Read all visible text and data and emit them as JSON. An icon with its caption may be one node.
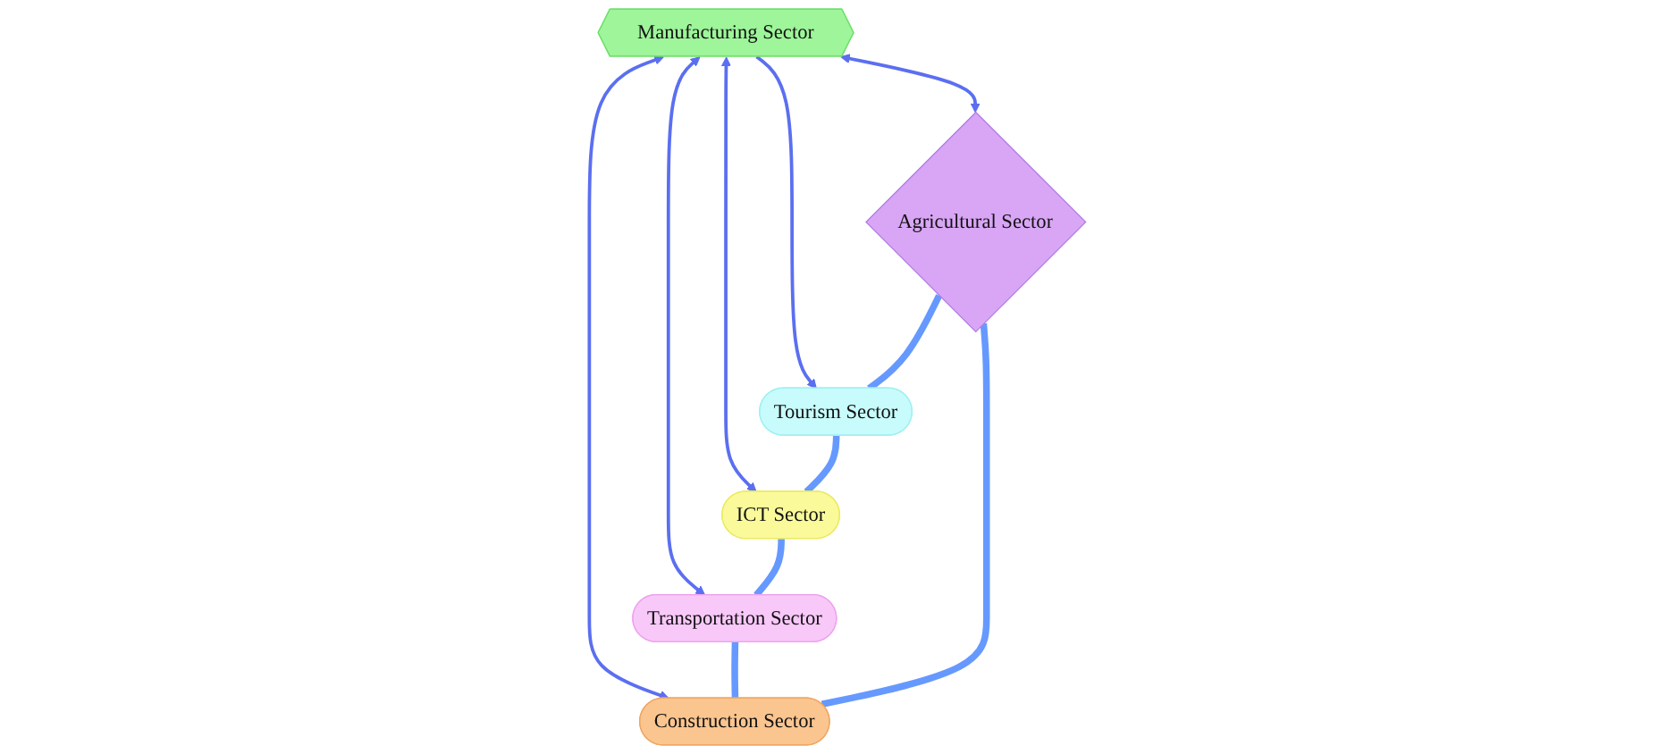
{
  "diagram": {
    "nodes": [
      {
        "text": [
          "Agricultural Sector"
        ]
      },
      {
        "text": [
          "Construction Sector"
        ]
      },
      {
        "text": [
          "Manufacturing Sector"
        ]
      },
      {
        "text": [
          "Tourism Sector"
        ]
      },
      {
        "text": [
          "Transportation Sector"
        ]
      },
      {
        "text": [
          "ICT Sector"
        ]
      }
    ],
    "edges": [
      {
        "from": 2,
        "to": 0,
        "arrow": "both"
      },
      {
        "from": 2,
        "to": 1,
        "arrow": "both"
      },
      {
        "from": 2,
        "to": 3,
        "arrow": "to"
      },
      {
        "from": 2,
        "to": 4,
        "arrow": "both"
      },
      {
        "from": 2,
        "to": 5,
        "arrow": "both"
      },
      {
        "from": 0,
        "to": 3,
        "arrow": "none",
        "style": "thick",
        "color": "#6699ff"
      },
      {
        "from": 3,
        "to": 5,
        "arrow": "none",
        "style": "thick",
        "color": "#6699ff"
      },
      {
        "from": 5,
        "to": 4,
        "arrow": "none",
        "style": "thick",
        "color": "#6699ff"
      },
      {
        "from": 4,
        "to": 1,
        "arrow": "none",
        "style": "thick",
        "color": "#6699ff"
      },
      {
        "from": 1,
        "to": 0,
        "arrow": "none",
        "style": "thick",
        "color": "#6699ff"
      }
    ]
  }
}
